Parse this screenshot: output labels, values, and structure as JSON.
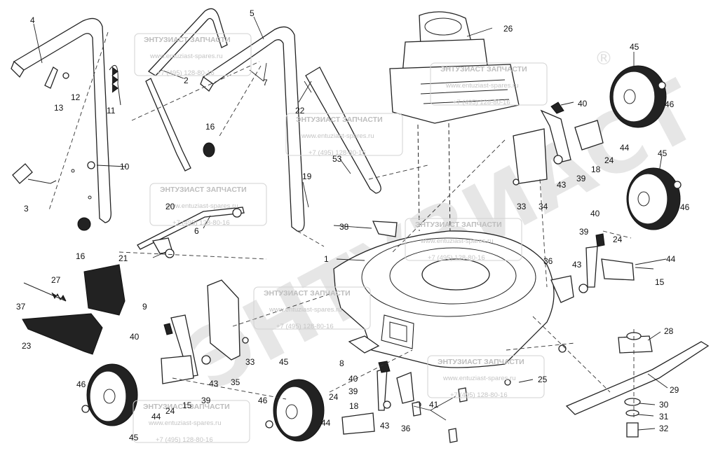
{
  "watermark": {
    "brand": "ЭНТУЗИАСТ",
    "registered": "®",
    "title": "ЭНТУЗИАСТ ЗАПЧАСТИ",
    "site": "www.entuziast-spares.ru",
    "phone": "+7 (495) 128-80-16"
  },
  "callouts": [
    {
      "id": "c1",
      "text": "1"
    },
    {
      "id": "c2",
      "text": "2"
    },
    {
      "id": "c3",
      "text": "3"
    },
    {
      "id": "c4",
      "text": "4"
    },
    {
      "id": "c5",
      "text": "5"
    },
    {
      "id": "c6",
      "text": "6"
    },
    {
      "id": "c7",
      "text": "7"
    },
    {
      "id": "c8",
      "text": "8"
    },
    {
      "id": "c9",
      "text": "9"
    },
    {
      "id": "c10",
      "text": "10"
    },
    {
      "id": "c11",
      "text": "11"
    },
    {
      "id": "c12",
      "text": "12"
    },
    {
      "id": "c13",
      "text": "13"
    },
    {
      "id": "c15a",
      "text": "15"
    },
    {
      "id": "c15b",
      "text": "15"
    },
    {
      "id": "c16a",
      "text": "16"
    },
    {
      "id": "c16b",
      "text": "16"
    },
    {
      "id": "c18a",
      "text": "18"
    },
    {
      "id": "c18b",
      "text": "18"
    },
    {
      "id": "c19",
      "text": "19"
    },
    {
      "id": "c20",
      "text": "20"
    },
    {
      "id": "c21",
      "text": "21"
    },
    {
      "id": "c22",
      "text": "22"
    },
    {
      "id": "c23",
      "text": "23"
    },
    {
      "id": "c24a",
      "text": "24"
    },
    {
      "id": "c24b",
      "text": "24"
    },
    {
      "id": "c24c",
      "text": "24"
    },
    {
      "id": "c24d",
      "text": "24"
    },
    {
      "id": "c25",
      "text": "25"
    },
    {
      "id": "c26",
      "text": "26"
    },
    {
      "id": "c27",
      "text": "27"
    },
    {
      "id": "c28",
      "text": "28"
    },
    {
      "id": "c29",
      "text": "29"
    },
    {
      "id": "c30",
      "text": "30"
    },
    {
      "id": "c31",
      "text": "31"
    },
    {
      "id": "c32",
      "text": "32"
    },
    {
      "id": "c33a",
      "text": "33"
    },
    {
      "id": "c33b",
      "text": "33"
    },
    {
      "id": "c34",
      "text": "34"
    },
    {
      "id": "c35",
      "text": "35"
    },
    {
      "id": "c36a",
      "text": "36"
    },
    {
      "id": "c36b",
      "text": "36"
    },
    {
      "id": "c37",
      "text": "37"
    },
    {
      "id": "c38",
      "text": "38"
    },
    {
      "id": "c39a",
      "text": "39"
    },
    {
      "id": "c39b",
      "text": "39"
    },
    {
      "id": "c39c",
      "text": "39"
    },
    {
      "id": "c39d",
      "text": "39"
    },
    {
      "id": "c40a",
      "text": "40"
    },
    {
      "id": "c40b",
      "text": "40"
    },
    {
      "id": "c40c",
      "text": "40"
    },
    {
      "id": "c40d",
      "text": "40"
    },
    {
      "id": "c41",
      "text": "41"
    },
    {
      "id": "c43a",
      "text": "43"
    },
    {
      "id": "c43b",
      "text": "43"
    },
    {
      "id": "c43c",
      "text": "43"
    },
    {
      "id": "c43d",
      "text": "43"
    },
    {
      "id": "c44a",
      "text": "44"
    },
    {
      "id": "c44b",
      "text": "44"
    },
    {
      "id": "c44c",
      "text": "44"
    },
    {
      "id": "c44d",
      "text": "44"
    },
    {
      "id": "c45a",
      "text": "45"
    },
    {
      "id": "c45b",
      "text": "45"
    },
    {
      "id": "c45c",
      "text": "45"
    },
    {
      "id": "c45d",
      "text": "45"
    },
    {
      "id": "c46a",
      "text": "46"
    },
    {
      "id": "c46b",
      "text": "46"
    },
    {
      "id": "c46c",
      "text": "46"
    },
    {
      "id": "c46d",
      "text": "46"
    },
    {
      "id": "c53",
      "text": "53"
    }
  ]
}
